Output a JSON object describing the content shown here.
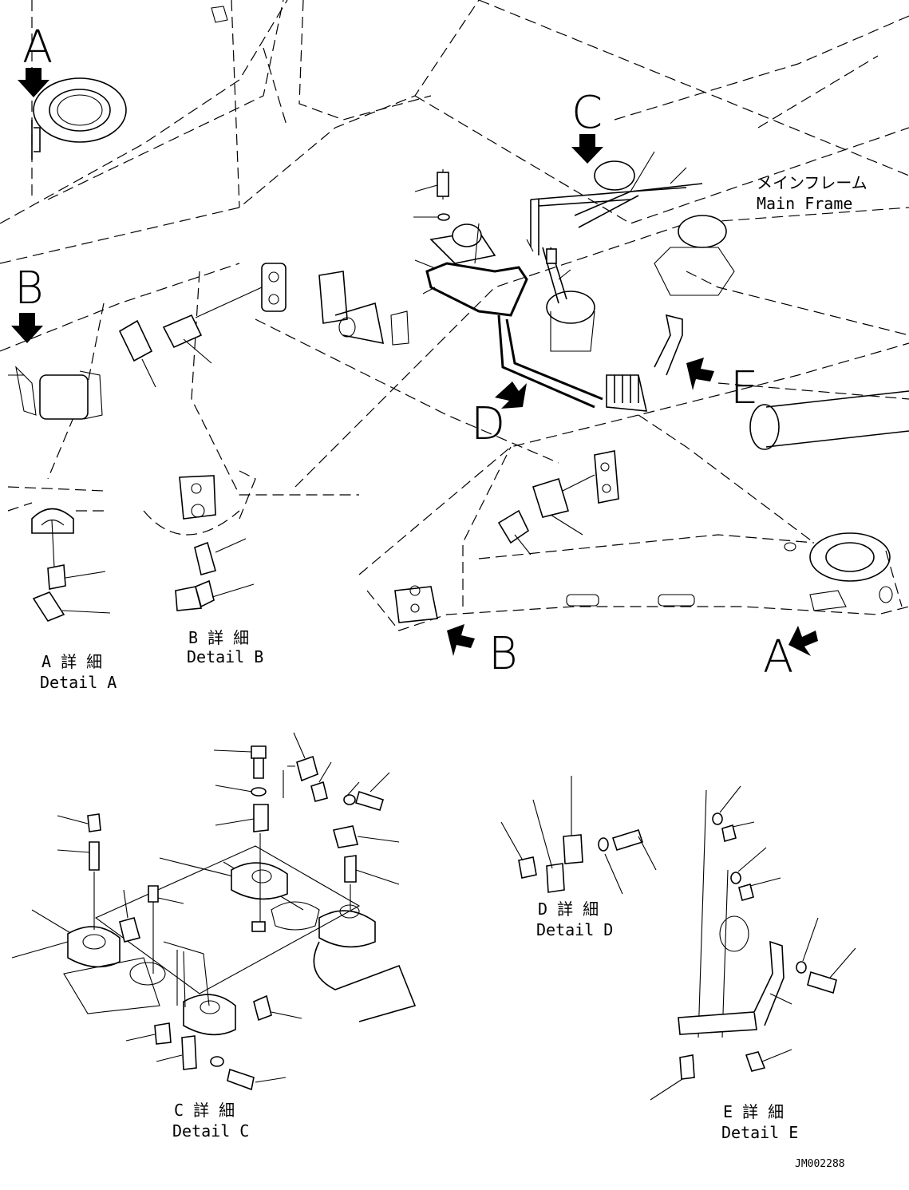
{
  "main_frame": {
    "ja": "メインフレーム",
    "en": "Main Frame"
  },
  "view_letters": {
    "a_top": "A",
    "b_left": "B",
    "c_top": "C",
    "d_mid": "D",
    "e_right": "E",
    "b_bottom": "B",
    "a_bottom": "A"
  },
  "details": {
    "a": {
      "ja": "A 詳 細",
      "en": "Detail A"
    },
    "b": {
      "ja": "B 詳 細",
      "en": "Detail B"
    },
    "c": {
      "ja": "C 詳 細",
      "en": "Detail C"
    },
    "d": {
      "ja": "D 詳 細",
      "en": "Detail D"
    },
    "e": {
      "ja": "E 詳 細",
      "en": "Detail E"
    }
  },
  "drawing_number": "JM002288"
}
